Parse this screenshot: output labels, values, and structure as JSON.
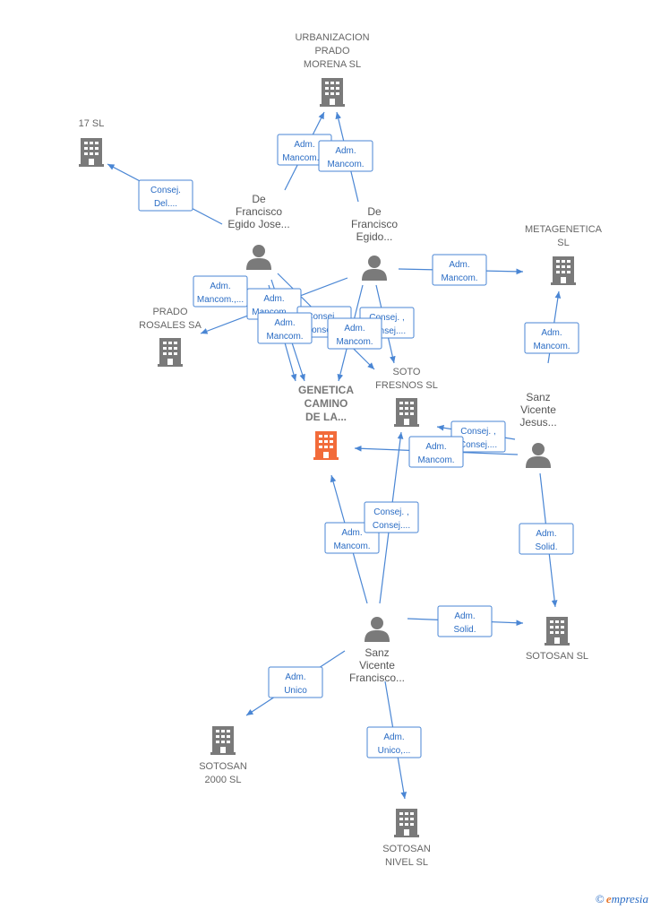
{
  "colors": {
    "edge": "#4a86d4",
    "node": "#7a7a7a",
    "focus": "#f26b3a"
  },
  "nodes": [
    {
      "id": "urb",
      "type": "company",
      "lines": [
        "URBANIZACION",
        "PRADO",
        "MORENA SL"
      ]
    },
    {
      "id": "s17",
      "type": "company",
      "lines": [
        "17 SL"
      ]
    },
    {
      "id": "meta",
      "type": "company",
      "lines": [
        "METAGENETICA",
        "SL"
      ]
    },
    {
      "id": "prado",
      "type": "company",
      "lines": [
        "PRADO",
        "ROSALES SA"
      ]
    },
    {
      "id": "gen",
      "type": "focus",
      "lines": [
        "GENETICA",
        "CAMINO",
        "DE LA..."
      ]
    },
    {
      "id": "soto",
      "type": "company",
      "lines": [
        "SOTO",
        "FRESNOS SL"
      ]
    },
    {
      "id": "sotosan",
      "type": "company",
      "lines": [
        "SOTOSAN  SL"
      ]
    },
    {
      "id": "s2000",
      "type": "company",
      "lines": [
        "SOTOSAN",
        "2000  SL"
      ]
    },
    {
      "id": "nivel",
      "type": "company",
      "lines": [
        "SOTOSAN",
        "NIVEL  SL"
      ]
    },
    {
      "id": "dfj",
      "type": "person",
      "lines": [
        "De",
        "Francisco",
        "Egido Jose..."
      ]
    },
    {
      "id": "dfe",
      "type": "person",
      "lines": [
        "De",
        "Francisco",
        "Egido..."
      ]
    },
    {
      "id": "svj",
      "type": "person",
      "lines": [
        "Sanz",
        "Vicente",
        "Jesus..."
      ]
    },
    {
      "id": "svf",
      "type": "person",
      "lines": [
        "Sanz",
        "Vicente",
        "Francisco..."
      ]
    }
  ],
  "edges": [
    {
      "lines": [
        "Adm.",
        "Mancom...."
      ]
    },
    {
      "lines": [
        "Adm.",
        "Mancom."
      ]
    },
    {
      "lines": [
        "Consej.",
        "Del...."
      ]
    },
    {
      "lines": [
        "Adm.",
        "Mancom."
      ]
    },
    {
      "lines": [
        "Adm.",
        "Mancom."
      ]
    },
    {
      "lines": [
        "Adm.",
        "Mancom.,..."
      ]
    },
    {
      "lines": [
        "Adm.",
        "Mancom...."
      ]
    },
    {
      "lines": [
        "Consej. ,",
        "Consej...."
      ]
    },
    {
      "lines": [
        "Adm.",
        "Mancom."
      ]
    },
    {
      "lines": [
        "Consej. ,",
        "Consej...."
      ]
    },
    {
      "lines": [
        "Adm.",
        "Mancom."
      ]
    },
    {
      "lines": [
        "Consej. ,",
        "Consej...."
      ]
    },
    {
      "lines": [
        "Adm.",
        "Mancom."
      ]
    },
    {
      "lines": [
        "Adm.",
        "Solid."
      ]
    },
    {
      "lines": [
        "Adm.",
        "Mancom."
      ]
    },
    {
      "lines": [
        "Consej. ,",
        "Consej...."
      ]
    },
    {
      "lines": [
        "Adm.",
        "Solid."
      ]
    },
    {
      "lines": [
        "Adm.",
        "Unico"
      ]
    },
    {
      "lines": [
        "Adm.",
        "Unico,..."
      ]
    }
  ],
  "footer": {
    "copyright": "©",
    "brand_initial": "e",
    "brand_rest": "mpresia"
  }
}
